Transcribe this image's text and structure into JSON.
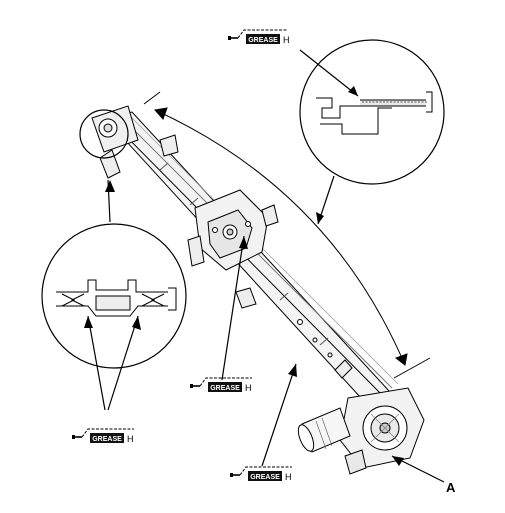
{
  "diagram": {
    "grease_symbols": [
      {
        "id": "top",
        "label": "GREASE",
        "suffix": "H"
      },
      {
        "id": "mid",
        "label": "GREASE",
        "suffix": "H"
      },
      {
        "id": "bottom-left",
        "label": "GREASE",
        "suffix": "H"
      },
      {
        "id": "bottom-right",
        "label": "GREASE",
        "suffix": "H"
      }
    ],
    "callouts": [
      {
        "id": "motor",
        "label": "A"
      }
    ],
    "colors": {
      "line": "#000000",
      "fill": "#ffffff",
      "shade": "#d9d9d9",
      "label_bg": "#111111"
    }
  }
}
